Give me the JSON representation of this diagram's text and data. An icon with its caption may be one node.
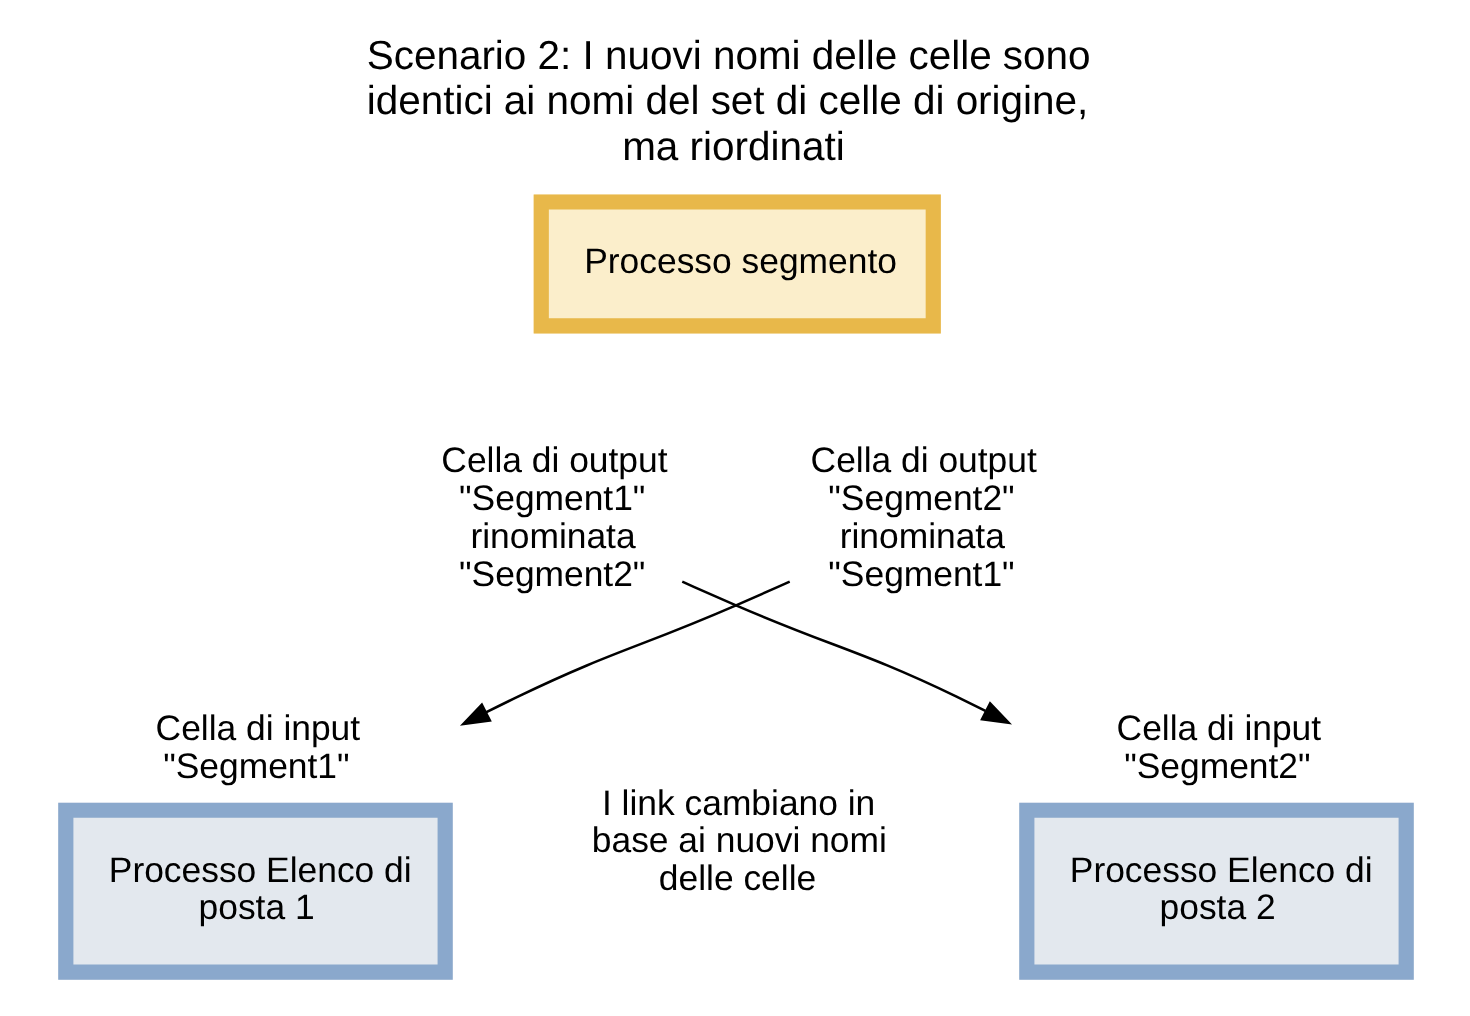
{
  "diagram": {
    "title": "Scenario 2: I nuovi nomi delle celle sono identici ai nomi del set di celle di origine, ma riordinati",
    "nodes": [
      {
        "text": [
          "Processo segmento"
        ]
      },
      {
        "text": [
          "Cella di output \"Segment1\" rinominata \"Segment2\""
        ]
      },
      {
        "text": [
          "Cella di output \"Segment2\" rinominata \"Segment1\""
        ]
      },
      {
        "text": [
          "Processo Elenco di posta 1"
        ],
        "beside": [
          "Cella di input \"Segment1\""
        ]
      },
      {
        "text": [
          "Processo Elenco di posta 2"
        ],
        "beside": [
          "Cella di input \"Segment2\""
        ]
      }
    ],
    "edges": [
      {
        "from": 1,
        "to": 4,
        "arrow": "to"
      },
      {
        "from": 2,
        "to": 3,
        "arrow": "to"
      }
    ],
    "labels": [
      "I link cambiano in base ai nuovi nomi delle celle"
    ]
  }
}
